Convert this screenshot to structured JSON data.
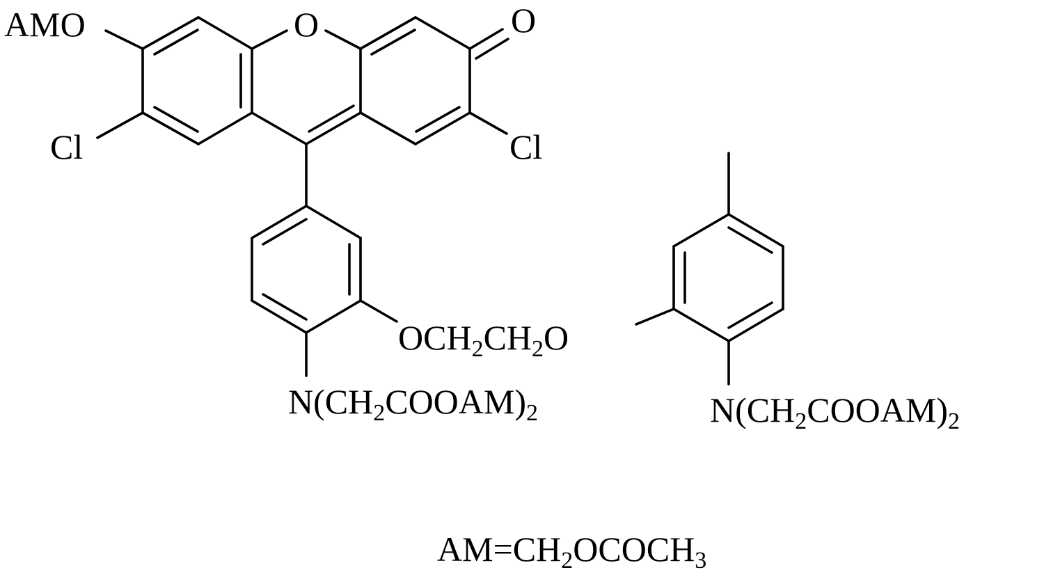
{
  "labels": {
    "amo": "AMO",
    "ring_oxygen": "O",
    "carbonyl_oxygen": "O",
    "cl_left": "Cl",
    "cl_right": "Cl",
    "linker": {
      "p1": "OCH",
      "s1": "2",
      "p2": "CH",
      "s2": "2",
      "p3": "O"
    },
    "amine_left": {
      "p1": "N(CH",
      "s1": "2",
      "p2": "COOAM)",
      "s2": "2"
    },
    "amine_right": {
      "p1": "N(CH",
      "s1": "2",
      "p2": "COOAM)",
      "s2": "2"
    },
    "definition": {
      "p1": "AM=CH",
      "s1": "2",
      "p2": "OCOCH",
      "s2": "3"
    }
  },
  "colors": {
    "ink": "#000000",
    "background": "#ffffff"
  }
}
